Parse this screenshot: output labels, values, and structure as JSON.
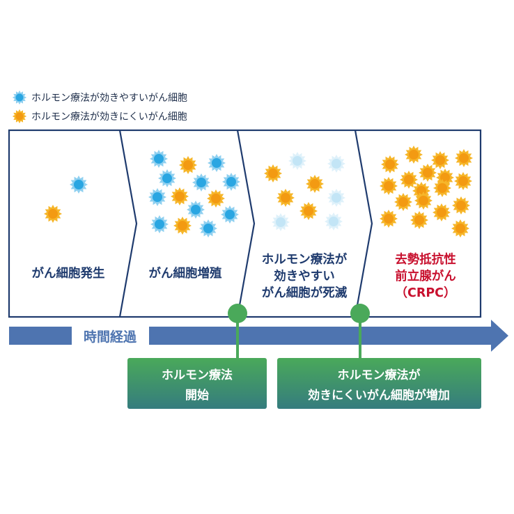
{
  "legend": [
    {
      "label": "ホルモン療法が効きやすいがん細胞",
      "icon": "blue-sun-cell-icon"
    },
    {
      "label": "ホルモン療法が効きにくいがん細胞",
      "icon": "orange-sun-cell-icon"
    }
  ],
  "stages": [
    {
      "lines": [
        "がん細胞発生"
      ]
    },
    {
      "lines": [
        "がん細胞増殖"
      ]
    },
    {
      "lines": [
        "ホルモン療法が",
        "効きやすい",
        "がん細胞が死滅"
      ]
    },
    {
      "lines": [
        "去勢抵抗性",
        "前立腺がん",
        "（CRPC）"
      ]
    }
  ],
  "axis": {
    "label": "時間経過"
  },
  "events": [
    {
      "lines": [
        "ホルモン療法",
        "開始"
      ]
    },
    {
      "lines": [
        "ホルモン療法が",
        "効きにくいがん細胞が増加"
      ]
    }
  ],
  "colors": {
    "frame": "#1f3b6e",
    "axis": "#4e74b0",
    "event_top": "#4aa95a",
    "event_bottom": "#357c7e",
    "connector": "#4aa95a",
    "cell_blue_rays": "#8fd0f0",
    "cell_blue_core": "#2aa6e2",
    "cell_orange_rays": "#f6b62a",
    "cell_orange_core": "#f39a12",
    "stage4_text": "#c8102e",
    "stage_text": "#1f3b6e"
  }
}
